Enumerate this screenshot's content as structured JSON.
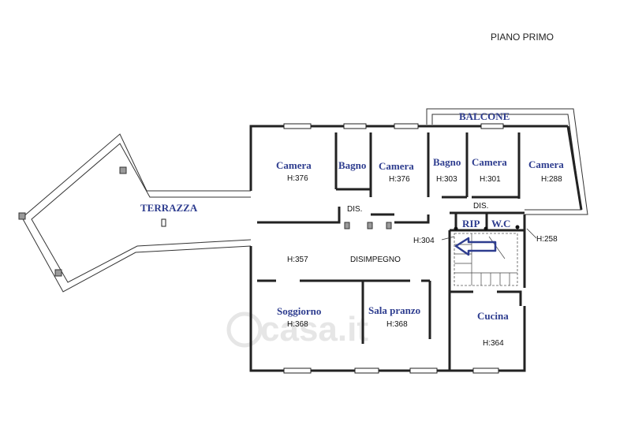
{
  "header": {
    "title": "PIANO PRIMO"
  },
  "watermark": {
    "text": "casa.it"
  },
  "rooms": {
    "terrazza": {
      "name": "TERRAZZA"
    },
    "balcone": {
      "name": "BALCONE"
    },
    "camera1": {
      "name": "Camera",
      "height": "H:376"
    },
    "bagno1": {
      "name": "Bagno"
    },
    "camera2": {
      "name": "Camera",
      "height": "H:376"
    },
    "bagno2": {
      "name": "Bagno",
      "height": "H:303"
    },
    "camera3": {
      "name": "Camera",
      "height": "H:301"
    },
    "camera4": {
      "name": "Camera",
      "height": "H:288"
    },
    "dis1": {
      "name": "DIS."
    },
    "dis2": {
      "name": "DIS."
    },
    "rip": {
      "name": "RIP"
    },
    "wc": {
      "name": "W.C"
    },
    "disimpegno": {
      "name": "DISIMPEGNO",
      "height": "H:357"
    },
    "soggiorno": {
      "name": "Soggiorno",
      "height": "H:368"
    },
    "sala_pranzo": {
      "name": "Sala pranzo",
      "height": "H:368"
    },
    "cucina": {
      "name": "Cucina",
      "height": "H:364"
    }
  },
  "annotations": {
    "h304": "H:304",
    "h258": "H:258"
  },
  "colors": {
    "label": "#2e3d8f",
    "arrow": "#2e3d8f",
    "wall": "#222222"
  }
}
